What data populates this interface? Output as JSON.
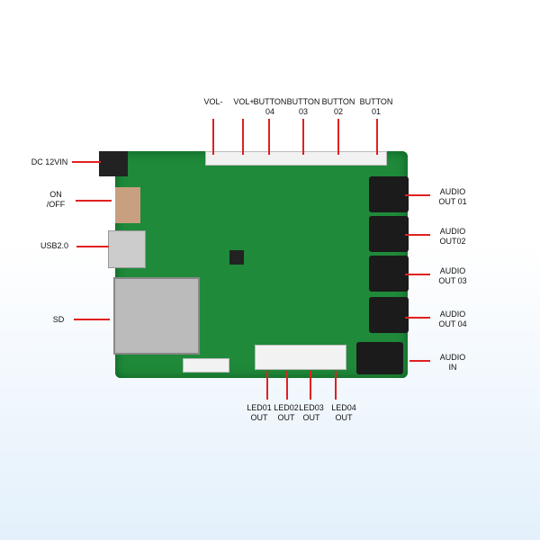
{
  "labels": {
    "vol_minus": "VOL-",
    "vol_plus": "VOL+",
    "button04": "BUTTON\n04",
    "button03": "BUTTON\n03",
    "button02": "BUTTON\n02",
    "button01": "BUTTON\n01",
    "dc": "DC 12VIN",
    "onoff": "ON\n/OFF",
    "usb": "USB2.0",
    "sd": "SD",
    "audio_out_01": "AUDIO\nOUT 01",
    "audio_out_02": "AUDIO\nOUT02",
    "audio_out_03": "AUDIO\nOUT 03",
    "audio_out_04": "AUDIO\nOUT 04",
    "audio_in": "AUDIO\nIN",
    "led01": "LED01\nOUT",
    "led02": "LED02\nOUT",
    "led03": "LED03\nOUT",
    "led04": "LED04\nOUT"
  },
  "colors": {
    "board": "#1f8a3a",
    "leader": "#e02020"
  }
}
